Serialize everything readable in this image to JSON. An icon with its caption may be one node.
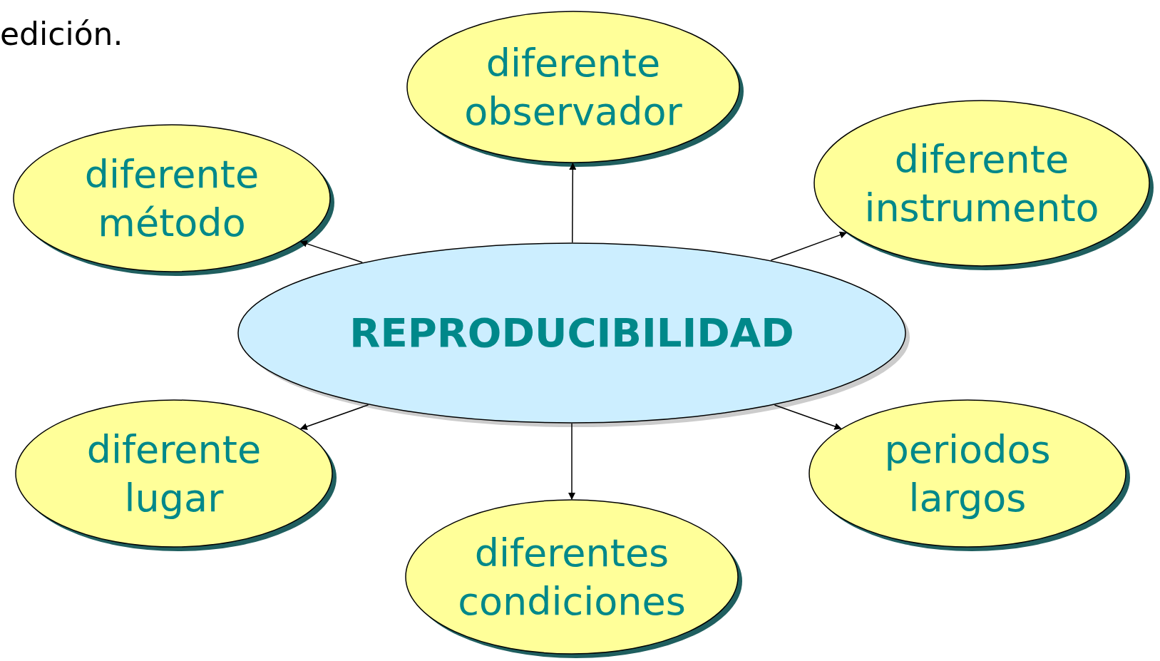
{
  "diagram": {
    "nodes": [
      {
        "text": [
          "REPRODUCIBILIDAD"
        ]
      },
      {
        "text": [
          "diferente observador"
        ]
      },
      {
        "text": [
          "diferente método"
        ]
      },
      {
        "text": [
          "diferente instrumento"
        ]
      },
      {
        "text": [
          "diferente lugar"
        ]
      },
      {
        "text": [
          "periodos largos"
        ]
      },
      {
        "text": [
          "diferentes condiciones"
        ]
      }
    ],
    "edges": [
      {
        "from": 0,
        "to": 1,
        "arrow": "to"
      },
      {
        "from": 0,
        "to": 2,
        "arrow": "to"
      },
      {
        "from": 0,
        "to": 3,
        "arrow": "to"
      },
      {
        "from": 0,
        "to": 4,
        "arrow": "to"
      },
      {
        "from": 0,
        "to": 5,
        "arrow": "to"
      },
      {
        "from": 0,
        "to": 6,
        "arrow": "to"
      }
    ],
    "labels": [
      "edición."
    ]
  }
}
